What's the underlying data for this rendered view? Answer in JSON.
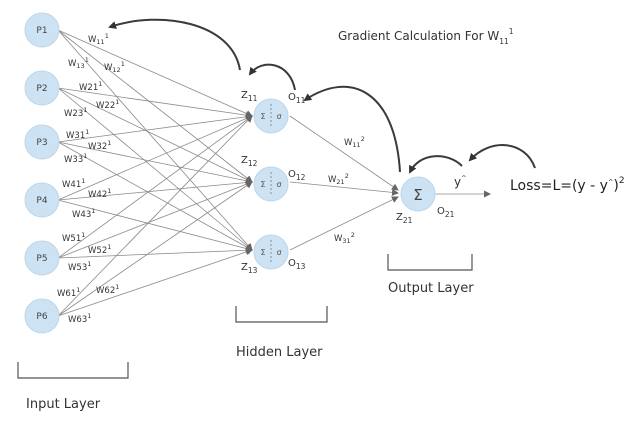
{
  "title": {
    "main": "Gradient Calculation For W",
    "sub": "11",
    "sup": "1"
  },
  "loss": {
    "label": "Loss=L=(y - y",
    "hat": "^",
    "tail": ")",
    "sup": "2"
  },
  "output_symbol": {
    "main": "y",
    "hat": "^"
  },
  "sum_symbol": "Σ",
  "sigma_symbol": "σ",
  "inputs": [
    "P1",
    "P2",
    "P3",
    "P4",
    "P5",
    "P6"
  ],
  "hidden": [
    {
      "z": {
        "main": "Z",
        "sub": "11"
      },
      "o": {
        "main": "O",
        "sub": "11"
      }
    },
    {
      "z": {
        "main": "Z",
        "sub": "12"
      },
      "o": {
        "main": "O",
        "sub": "12"
      }
    },
    {
      "z": {
        "main": "Z",
        "sub": "13"
      },
      "o": {
        "main": "O",
        "sub": "13"
      }
    }
  ],
  "output_node": {
    "z": {
      "main": "Z",
      "sub": "21"
    },
    "o": {
      "main": "O",
      "sub": "21"
    }
  },
  "input_weights": [
    {
      "text": "W",
      "sub": "11",
      "sup": "1"
    },
    {
      "text": "W",
      "sub": "13",
      "sup": "1"
    },
    {
      "text": "W",
      "sub": "12",
      "sup": "1"
    },
    {
      "text": "W21",
      "sup": "1"
    },
    {
      "text": "W22",
      "sup": "1"
    },
    {
      "text": "W23",
      "sup": "1"
    },
    {
      "text": "W31",
      "sup": "1"
    },
    {
      "text": "W32",
      "sup": "1"
    },
    {
      "text": "W33",
      "sup": "1"
    },
    {
      "text": "W41",
      "sup": "1"
    },
    {
      "text": "W42",
      "sup": "1"
    },
    {
      "text": "W43",
      "sup": "1"
    },
    {
      "text": "W51",
      "sup": "1"
    },
    {
      "text": "W52",
      "sup": "1"
    },
    {
      "text": "W53",
      "sup": "1"
    },
    {
      "text": "W61",
      "sup": "1"
    },
    {
      "text": "W62",
      "sup": "1"
    },
    {
      "text": "W63",
      "sup": "1"
    }
  ],
  "hidden_weights": [
    {
      "text": "W",
      "sub": "11",
      "sup": "2"
    },
    {
      "text": "W",
      "sub": "21",
      "sup": "2"
    },
    {
      "text": "W",
      "sub": "31",
      "sup": "2"
    }
  ],
  "layers": {
    "input": "Input Layer",
    "hidden": "Hidden Layer",
    "output": "Output Layer"
  }
}
